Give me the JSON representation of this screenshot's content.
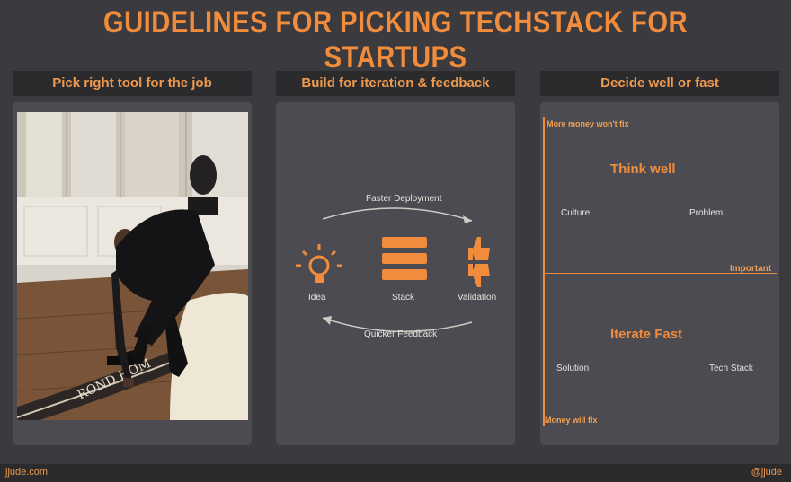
{
  "title": "GUIDELINES FOR PICKING TECHSTACK FOR STARTUPS",
  "columns": [
    {
      "heading": "Pick right tool for the job"
    },
    {
      "heading": "Build for iteration & feedback"
    },
    {
      "heading": "Decide well or fast"
    }
  ],
  "photo": {
    "engraved_text": "ROND HOM"
  },
  "iteration": {
    "top_arrow": "Faster Deployment",
    "bottom_arrow": "Quicker Feedback",
    "nodes": [
      {
        "label": "Idea",
        "icon": "lightbulb-icon"
      },
      {
        "label": "Stack",
        "icon": "stack-icon"
      },
      {
        "label": "Validation",
        "icon": "thumbs-up-down-icon"
      }
    ]
  },
  "decide": {
    "axis_top": "More money won't fix",
    "axis_bottom": "Money will fix",
    "axis_right": "Important",
    "top_heading": "Think well",
    "top_items": [
      "Culture",
      "Problem"
    ],
    "bottom_heading": "Iterate Fast",
    "bottom_items": [
      "Solution",
      "Tech Stack"
    ]
  },
  "footer": {
    "left": "jjude.com",
    "right": "@jjude"
  },
  "colors": {
    "accent": "#f08c3c",
    "panel": "#4c4b52",
    "background": "#3b3a3e",
    "header_bar": "#2b2b2e"
  }
}
